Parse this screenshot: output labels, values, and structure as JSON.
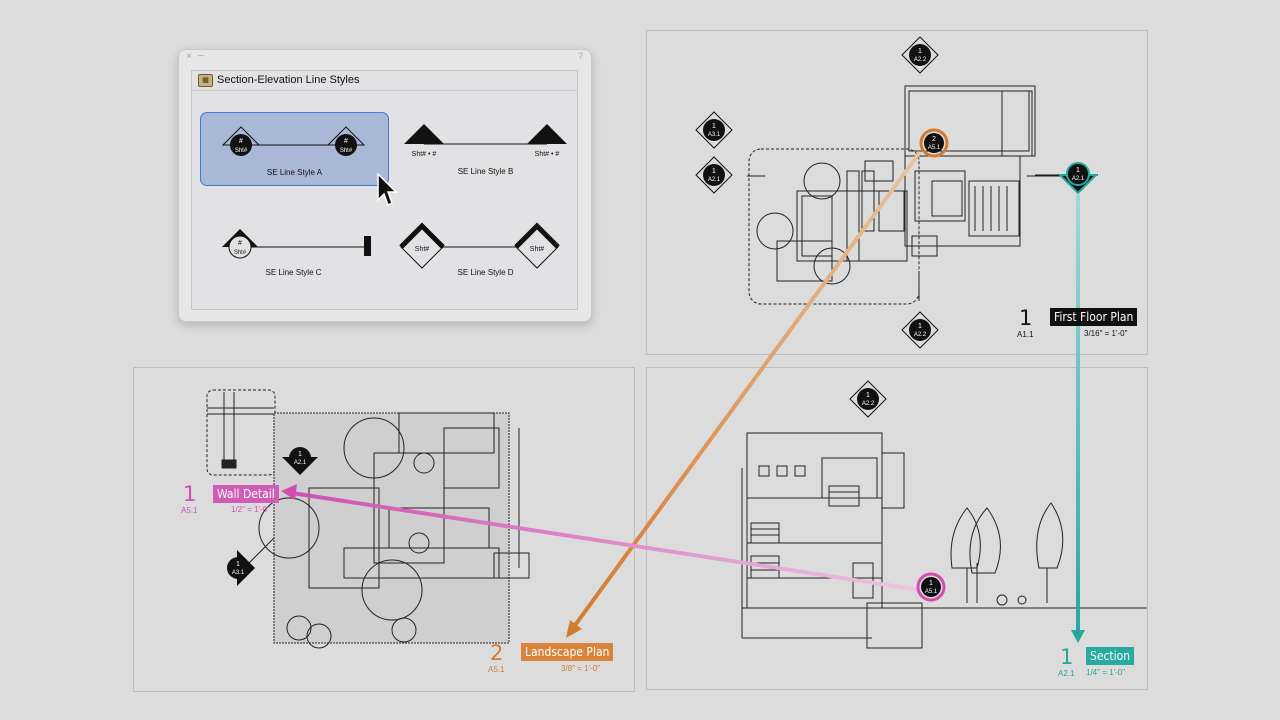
{
  "colors": {
    "background": "#dcdcdd",
    "selection": "#a8b8d6",
    "selection_border": "#3b7bd0",
    "orange": "#d8843a",
    "teal": "#28aaa0",
    "magenta": "#d05cb8",
    "dark": "#111111"
  },
  "dialog": {
    "close_icon": "×",
    "minimize_icon": "–",
    "help_icon": "?",
    "title": "Section-Elevation Line Styles",
    "options": [
      {
        "label": "SE Line Style A",
        "left_text": "#\nSht#",
        "right_text": "#\nSht#",
        "selected": true
      },
      {
        "label": "SE Line Style B",
        "left_text": "Sht# • #",
        "right_text": "Sht# • #",
        "selected": false
      },
      {
        "label": "SE Line Style C",
        "left_text": "#\nSht#",
        "selected": false
      },
      {
        "label": "SE Line Style D",
        "left_text": "Sht#",
        "right_text": "Sht#",
        "selected": false
      }
    ]
  },
  "markers": {
    "ff_top": {
      "num": "1",
      "sheet": "A2.2"
    },
    "ff_left1": {
      "num": "1",
      "sheet": "A3.1"
    },
    "ff_left2": {
      "num": "1",
      "sheet": "A2.1"
    },
    "ff_orange": {
      "num": "2",
      "sheet": "A5.1"
    },
    "ff_teal": {
      "num": "1",
      "sheet": "A2.1"
    },
    "ff_bottom": {
      "num": "1",
      "sheet": "A2.2"
    },
    "sec_top": {
      "num": "1",
      "sheet": "A2.2"
    },
    "sec_pink": {
      "num": "1",
      "sheet": "A5.1"
    },
    "ls_a21": {
      "num": "1",
      "sheet": "A2.1"
    },
    "ls_a31": {
      "num": "1",
      "sheet": "A3.1"
    }
  },
  "drawings": {
    "first_floor": {
      "number": "1",
      "sheet": "A1.1",
      "name": "First Floor Plan",
      "scale": "3/16\" = 1'-0\""
    },
    "section": {
      "number": "1",
      "sheet": "A2.1",
      "name": "Section",
      "scale": "1/4\" = 1'-0\""
    },
    "landscape": {
      "number": "2",
      "sheet": "A5.1",
      "name": "Landscape Plan",
      "scale": "3/8\" = 1'-0\""
    },
    "wall_detail": {
      "number": "1",
      "sheet": "A5.1",
      "name": "Wall Detail",
      "scale": "1/2\" = 1'-0\""
    }
  }
}
